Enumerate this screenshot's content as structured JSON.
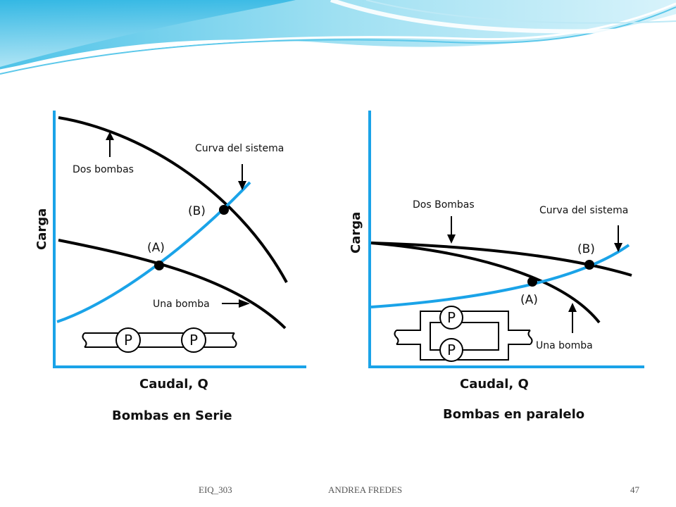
{
  "footer": {
    "course": "EIQ_303",
    "author": "ANDREA FREDES",
    "page_number": "47"
  },
  "colors": {
    "system_curve": "#1aa3e8",
    "pump_curves": "#000000",
    "header_wave": "#7fd3ee"
  },
  "diagram": {
    "left": {
      "caption": "Bombas en Serie",
      "y_axis_label": "Carga",
      "x_axis_label": "Caudal, Q",
      "labels": {
        "two_pumps": "Dos bombas",
        "system_curve": "Curva del sistema",
        "one_pump": "Una bomba",
        "point_a": "(A)",
        "point_b": "(B)"
      },
      "pump_symbols": [
        "P",
        "P"
      ]
    },
    "right": {
      "caption": "Bombas en paralelo",
      "y_axis_label": "Carga",
      "x_axis_label": "Caudal, Q",
      "labels": {
        "two_pumps": "Dos Bombas",
        "system_curve": "Curva del sistema",
        "one_pump": "Una bomba",
        "point_a": "(A)",
        "point_b": "(B)"
      },
      "pump_symbols": [
        "P",
        "P"
      ]
    }
  }
}
